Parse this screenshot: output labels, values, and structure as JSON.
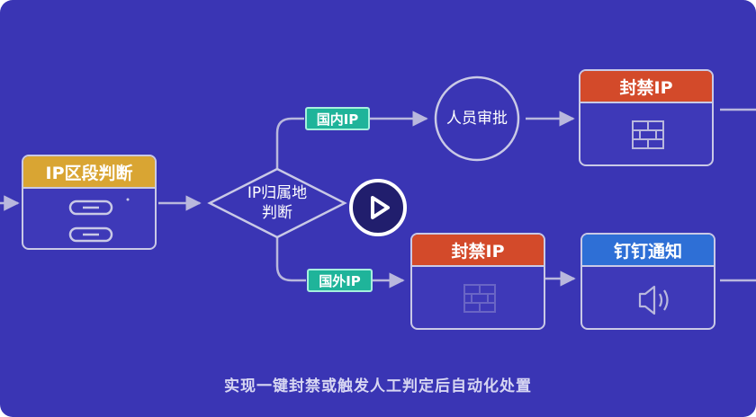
{
  "colors": {
    "background": "#3a35b4",
    "line": "#b9b8dd",
    "node_border": "#c9c9e6",
    "node_fill": "#3e39b8",
    "header_orange": "#d9a533",
    "header_red": "#d34a2a",
    "header_blue": "#2e6fd6",
    "tag_green": "#1fb49a"
  },
  "nodes": {
    "ip_segment": {
      "title": "IP区段判断",
      "icon": "toggle-switch-icon"
    },
    "ip_location": {
      "label_line1": "IP归属地",
      "label_line2": "判断"
    },
    "manual_review": {
      "label": "人员审批"
    },
    "ban_top": {
      "title": "封禁IP",
      "icon": "brick-wall-icon"
    },
    "ban_bottom": {
      "title": "封禁IP",
      "icon": "brick-wall-icon"
    },
    "dingtalk_notify": {
      "title": "钉钉通知",
      "icon": "speaker-icon"
    }
  },
  "tags": {
    "domestic": "国内IP",
    "foreign": "国外IP"
  },
  "caption": "实现一键封禁或触发人工判定后自动化处置",
  "controls": {
    "play_icon": "play-icon"
  }
}
